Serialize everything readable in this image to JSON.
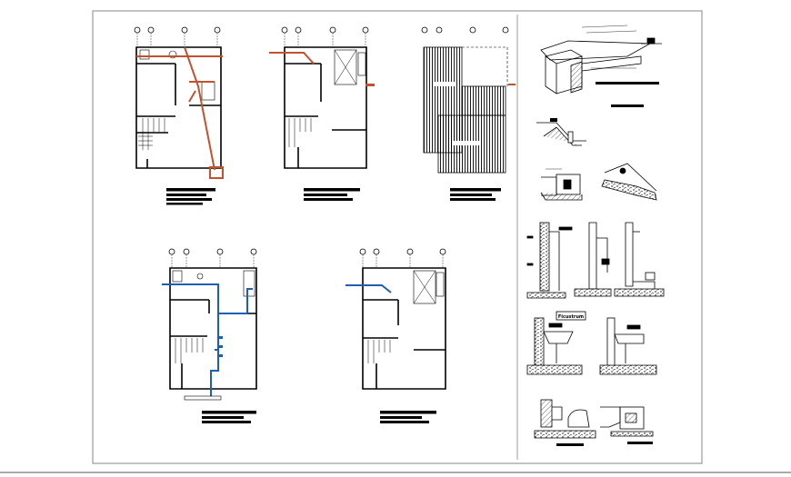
{
  "drawing": {
    "detail_sheet_header": "Ficustrum"
  },
  "colors": {
    "sewer_line": "#c0522e",
    "water_line": "#1e5fb4",
    "wall": "#000000",
    "background": "#ffffff",
    "frame": "#9a9a9a"
  },
  "plans": [
    {
      "id": "plan-1",
      "system": "sewer",
      "has_hatch": false
    },
    {
      "id": "plan-2",
      "system": "sewer",
      "has_hatch": false
    },
    {
      "id": "plan-3",
      "system": "roof",
      "has_hatch": true
    },
    {
      "id": "plan-4",
      "system": "water",
      "has_hatch": false
    },
    {
      "id": "plan-5",
      "system": "water",
      "has_hatch": false
    }
  ],
  "details": [
    {
      "id": "sewer-box-isometric"
    },
    {
      "id": "pipe-connection-detail-1"
    },
    {
      "id": "pipe-connection-detail-2"
    },
    {
      "id": "pipe-connection-detail-3"
    },
    {
      "id": "wall-section-1"
    },
    {
      "id": "wall-section-2"
    },
    {
      "id": "wall-section-3"
    },
    {
      "id": "sink-section-1"
    },
    {
      "id": "sink-section-2"
    },
    {
      "id": "toilet-section"
    },
    {
      "id": "register-box-section"
    }
  ]
}
